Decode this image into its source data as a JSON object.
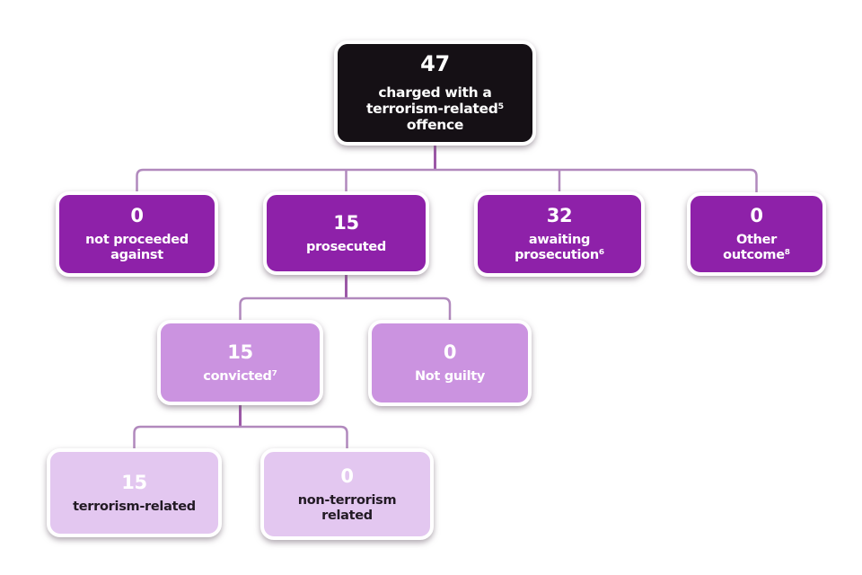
{
  "title": "Terrorism-related charges outcome flowchart",
  "palette": {
    "level1": "#151015",
    "level2": "#8e21a9",
    "level3": "#cb93e0",
    "level4": "#e3c7f0",
    "connector_bracket": "#b189bd",
    "connector_stub": "#9c58a7",
    "text_light": "#ffffff",
    "text_dark": "#221a24"
  },
  "nodes": {
    "root": {
      "value": "47",
      "label": "charged with a\nterrorism-related⁵\noffence"
    },
    "not_proceeded": {
      "value": "0",
      "label": "not proceeded\nagainst"
    },
    "prosecuted": {
      "value": "15",
      "label": "prosecuted"
    },
    "awaiting": {
      "value": "32",
      "label": "awaiting\nprosecution⁶"
    },
    "other_outcome": {
      "value": "0",
      "label": "Other\noutcome⁸"
    },
    "convicted": {
      "value": "15",
      "label": "convicted⁷"
    },
    "not_guilty": {
      "value": "0",
      "label": "Not guilty"
    },
    "terrorism_related": {
      "value": "15",
      "label": "terrorism-related"
    },
    "non_terrorism": {
      "value": "0",
      "label": "non-terrorism\nrelated"
    }
  }
}
